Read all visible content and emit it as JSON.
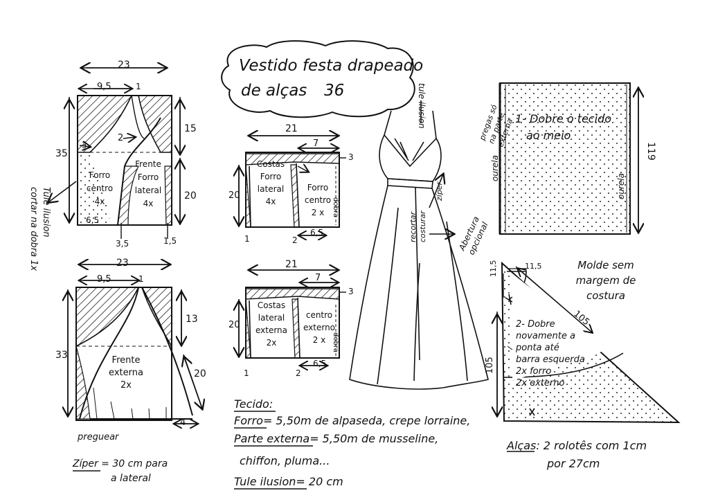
{
  "title": {
    "line1": "Vestido festa drapeado",
    "line2": "de alças",
    "size": "36"
  },
  "front_lining": {
    "width": "23",
    "top_offset": "9,5",
    "mark1": "1",
    "mark2": "2",
    "mark3": "3",
    "height": "35",
    "upper": "15",
    "lower": "20",
    "bottom_left": "6,5",
    "bottom_mid": "3,5",
    "bottom_right": "1,5",
    "piece_a": {
      "l1": "Forro",
      "l2": "centro",
      "l3": "4x"
    },
    "piece_b": {
      "l1": "Frente",
      "l2": "Forro",
      "l3": "lateral",
      "l4": "4x"
    }
  },
  "tule_note": {
    "l1": "Tule ilusion",
    "l2": "cortar na dobra 1x"
  },
  "front_external": {
    "width": "23",
    "top_offset": "9,5",
    "mark1": "1",
    "height": "33",
    "upper": "13",
    "side": "20",
    "bottom": "4",
    "pleat": "preguear",
    "piece": {
      "l1": "Frente",
      "l2": "externa",
      "l3": "2x"
    }
  },
  "zipper_note": {
    "l1": "Zíper = 30 cm para",
    "l2": "a lateral"
  },
  "back_lining": {
    "width": "21",
    "inner": "7",
    "mark1": "1",
    "mark2": "2",
    "mark3": "3",
    "height": "20",
    "bottom": "6,5",
    "fold": "dobra",
    "piece_a": {
      "l1": "Costas",
      "l2": "Forro",
      "l3": "lateral",
      "l4": "4x"
    },
    "piece_b": {
      "l1": "Forro",
      "l2": "centro",
      "l3": "2 x"
    }
  },
  "back_external": {
    "width": "21",
    "inner": "7",
    "mark1": "1",
    "mark2": "2",
    "mark3": "3",
    "height": "20",
    "bottom": "6,5",
    "fold": "dobra",
    "piece_a": {
      "l1": "Costas",
      "l2": "lateral",
      "l3": "externa",
      "l4": "2x"
    },
    "piece_b": {
      "l1": "centro",
      "l2": "externo",
      "l3": "2 x"
    }
  },
  "dress": {
    "tule": "tule ilusion",
    "pregas1": "pregas só",
    "pregas2": "na parte",
    "pregas3": "externa",
    "ziper": "zíper",
    "recortar1": "recortar",
    "recortar2": "costurar",
    "abertura1": "Abertura",
    "abertura2": "opcional"
  },
  "fabric": {
    "title": "Tecido:",
    "forro_label": "Forro",
    "forro_text": "= 5,50m de alpaseda, crepe lorraine,",
    "externa_label": "Parte externa",
    "externa_text": "= 5,50m de musseline,",
    "externa_text2": "chiffon, pluma...",
    "tule_label": "Tule ilusion",
    "tule_text": "= 20 cm"
  },
  "fold_rect": {
    "text1": "1- Dobre o tecido",
    "text2": "ao meio",
    "selvedge": "ourela",
    "height": "119"
  },
  "no_seam": {
    "l1": "Molde sem",
    "l2": "margem de",
    "l3": "costura"
  },
  "triangle": {
    "m1": "11,5",
    "m2": "11,5",
    "diag": "105",
    "side": "105",
    "t1": "2- Dobre",
    "t2": "novamente a",
    "t3": "ponta até",
    "t4": "barra esquerda",
    "t5": "2x forro",
    "t6": "2x externo"
  },
  "straps": {
    "label": "Alças",
    "text": ": 2 rolotês com 1cm",
    "text2": "por 27cm"
  }
}
